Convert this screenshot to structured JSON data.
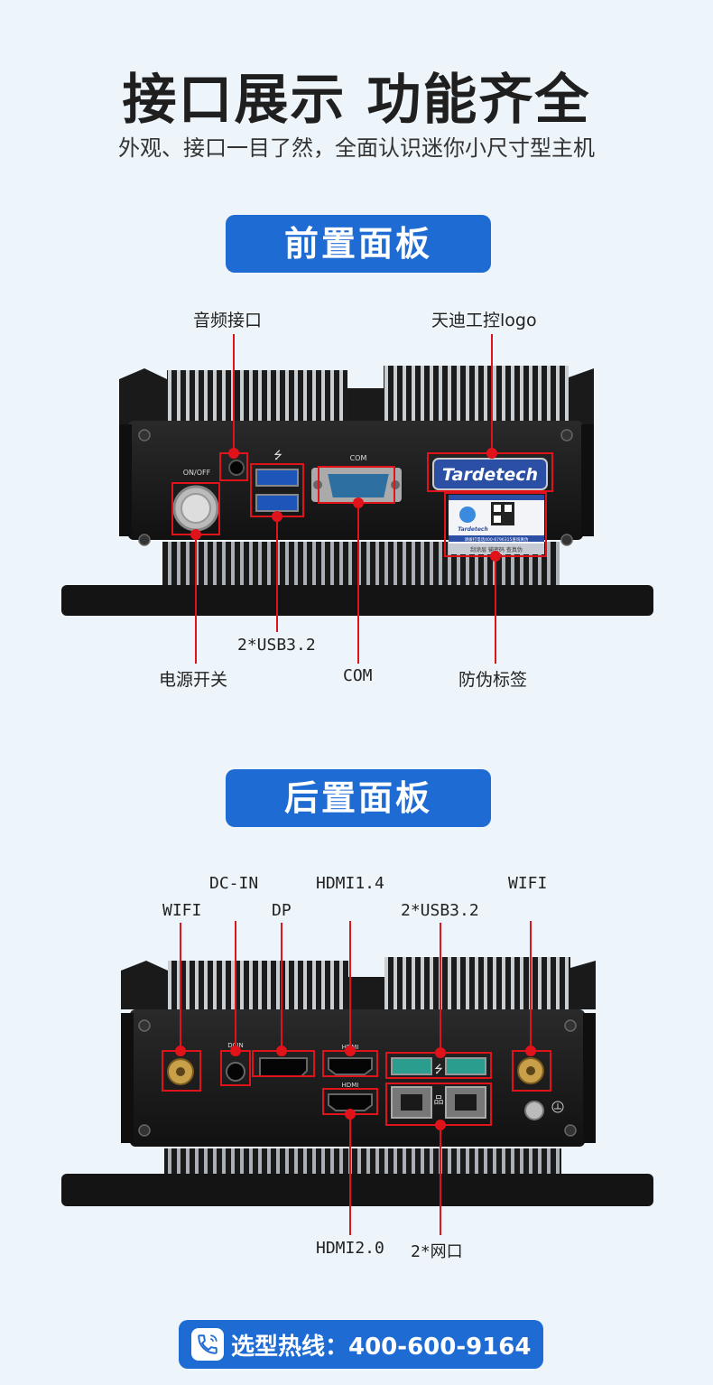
{
  "header": {
    "title": "接口展示 功能齐全",
    "subtitle": "外观、接口一目了然，全面认识迷你小尺寸型主机"
  },
  "front": {
    "banner": "前置面板",
    "labels": {
      "audio": "音频接口",
      "logo": "天迪工控logo",
      "usb": "2*USB3.2",
      "power": "电源开关",
      "com": "COM",
      "sticker": "防伪标签"
    },
    "device_text": {
      "onoff": "ON/OFF",
      "com": "COM",
      "brand": "Tardetech",
      "sticker_brand": "Tardetech",
      "sticker_line1": "请拨打电话400-6796315查询真伪",
      "sticker_line2": "刮涂层 输密码 查真伪"
    }
  },
  "rear": {
    "banner": "后置面板",
    "labels": {
      "wifi_left": "WIFI",
      "dcin": "DC-IN",
      "dp": "DP",
      "hdmi14": "HDMI1.4",
      "usb": "2*USB3.2",
      "wifi_right": "WIFI",
      "hdmi20": "HDMI2.0",
      "lan": "2*网口"
    },
    "device_text": {
      "dcin": "DCIN",
      "hdmi_top": "HDMI",
      "hdmi_bottom": "HDMI"
    }
  },
  "hotline": {
    "label": "选型热线：400-600-9164",
    "icon": "phone-icon"
  },
  "colors": {
    "accent": "#1e6cd3",
    "marker": "#e0121a",
    "background": "#eef5fa"
  }
}
